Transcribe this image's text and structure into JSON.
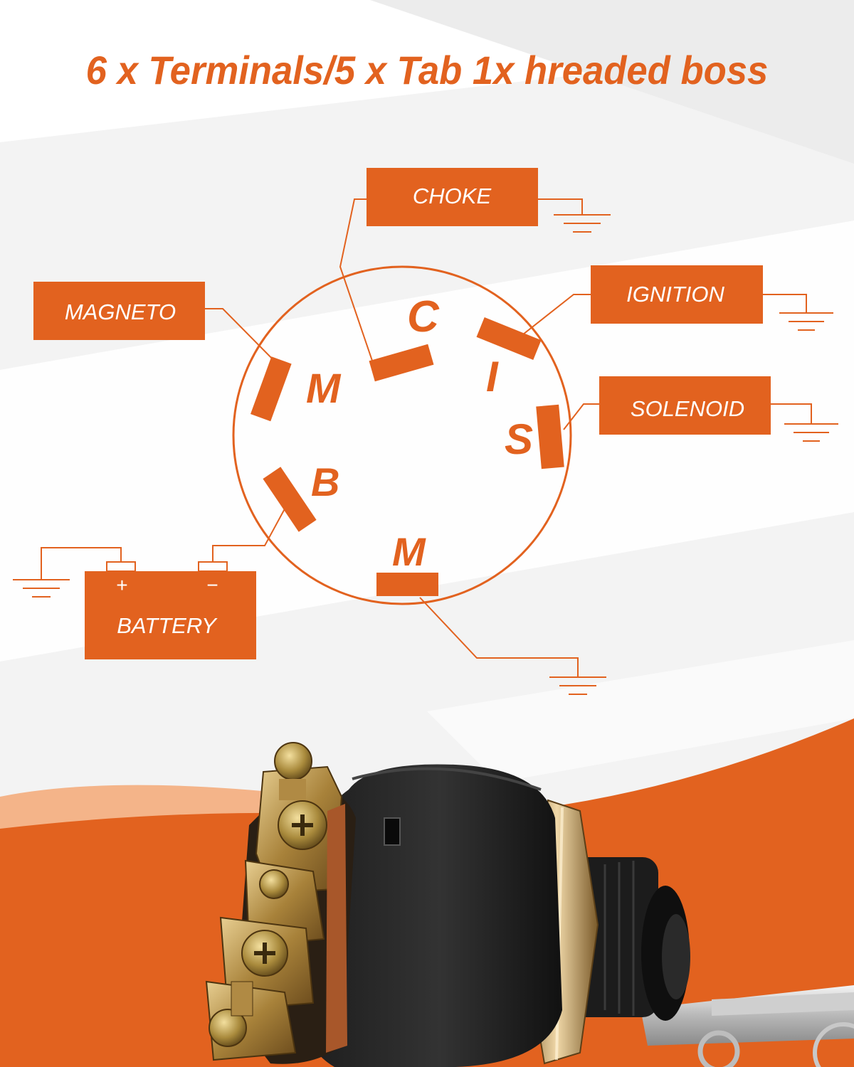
{
  "headline": "6 x Terminals/5 x Tab 1x  hreaded boss",
  "colors": {
    "accent": "#e2621f",
    "background": "#f3f3f3",
    "text_on_accent": "#ffffff"
  },
  "labels": {
    "choke": "CHOKE",
    "magneto": "MAGNETO",
    "ignition": "IGNITION",
    "solenoid": "SOLENOID",
    "battery": "BATTERY",
    "battery_plus": "+",
    "battery_minus": "−"
  },
  "terminals": {
    "c": "C",
    "m_top": "M",
    "i": "I",
    "s": "S",
    "b": "B",
    "m_bottom": "M"
  },
  "photo": {
    "subject": "ignition-switch"
  }
}
